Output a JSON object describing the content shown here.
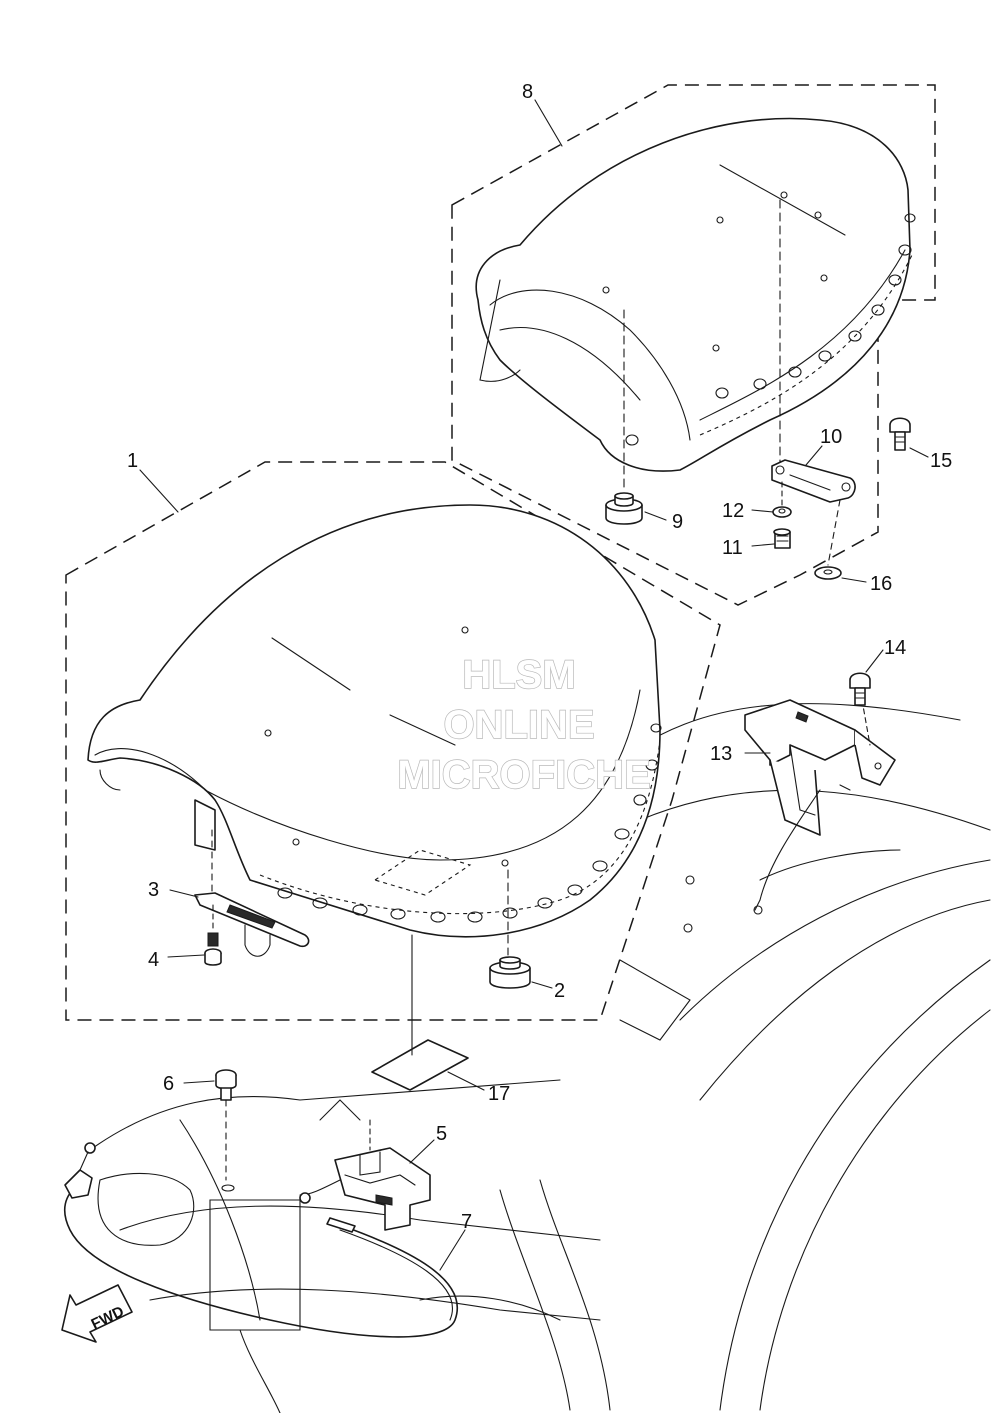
{
  "diagram": {
    "callouts": [
      "1",
      "2",
      "3",
      "4",
      "5",
      "6",
      "7",
      "8",
      "9",
      "10",
      "11",
      "12",
      "13",
      "14",
      "15",
      "16",
      "17"
    ],
    "watermark": {
      "line1": "HLSM",
      "line2": "ONLINE",
      "line3": "MICROFICHE",
      "color": "#b9b9b9"
    },
    "direction_label": "FWD"
  }
}
